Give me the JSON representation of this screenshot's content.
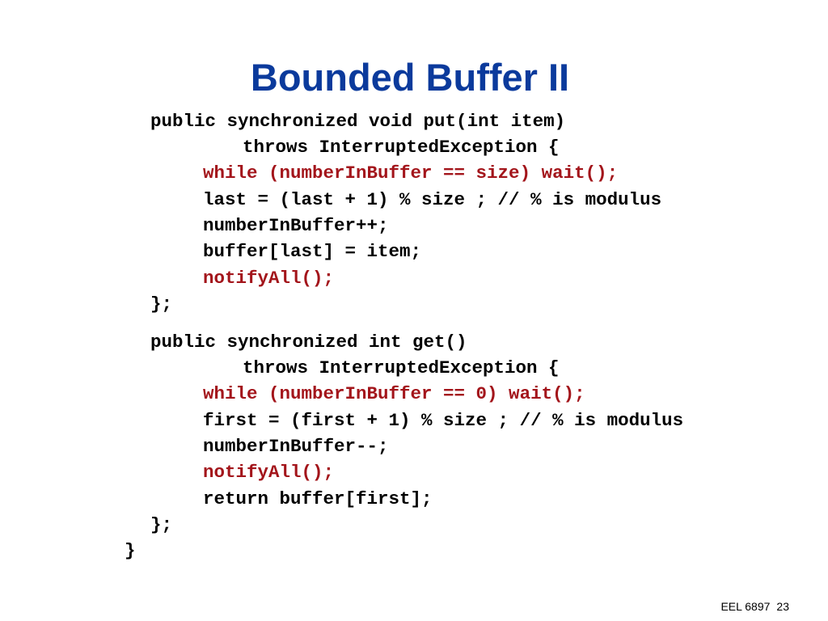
{
  "slide": {
    "title": "Bounded Buffer II"
  },
  "put_method": {
    "lines": [
      "public synchronized void put(int item)",
      "throws InterruptedException {",
      "while (numberInBuffer == size) wait();",
      "last = (last + 1) % size ; // % is modulus",
      "numberInBuffer++;",
      "buffer[last] = item;",
      "notifyAll();",
      "};"
    ]
  },
  "get_method": {
    "lines": [
      "public synchronized int get()",
      "throws InterruptedException {",
      "while (numberInBuffer == 0) wait();",
      "first = (first + 1) % size ; // % is modulus",
      "numberInBuffer--;",
      "notifyAll();",
      "return buffer[first];",
      "};"
    ]
  },
  "class_close": "}",
  "footer": {
    "course": "EEL 6897",
    "page_number": "23"
  },
  "colors": {
    "title": "#0b3a9c",
    "highlight": "#a3151b",
    "code": "#000000"
  }
}
